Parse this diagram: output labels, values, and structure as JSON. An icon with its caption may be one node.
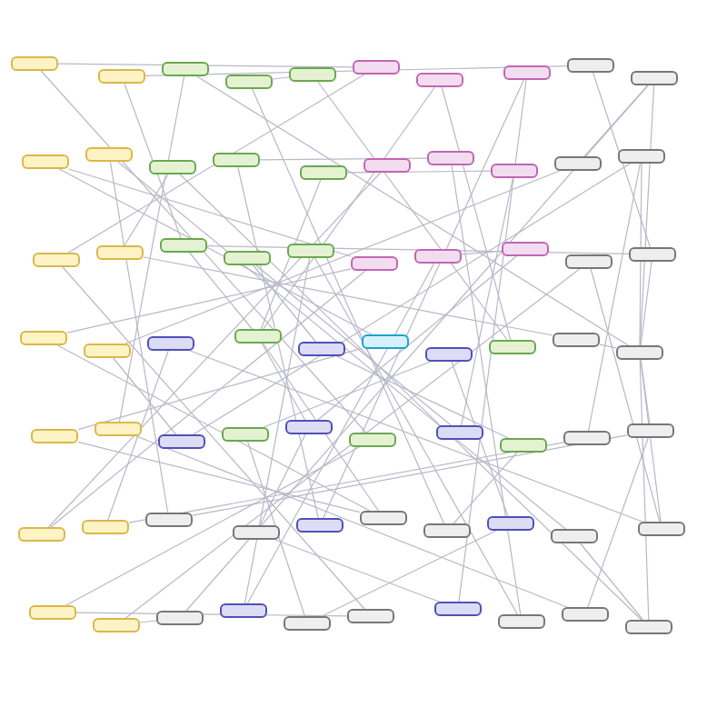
{
  "diagram": {
    "nodes": [
      {
        "text": [],
        "shape": "box"
      },
      {
        "text": [],
        "shape": "box"
      },
      {
        "text": [],
        "shape": "box"
      },
      {
        "text": [],
        "shape": "box"
      },
      {
        "text": [],
        "shape": "box"
      },
      {
        "text": [],
        "shape": "box"
      },
      {
        "text": [],
        "shape": "box"
      },
      {
        "text": [],
        "shape": "box"
      },
      {
        "text": [],
        "shape": "box"
      },
      {
        "text": [],
        "shape": "box"
      },
      {
        "text": [],
        "shape": "box"
      },
      {
        "text": [],
        "shape": "box"
      },
      {
        "text": [],
        "shape": "box"
      },
      {
        "text": [],
        "shape": "box"
      },
      {
        "text": [],
        "shape": "box"
      },
      {
        "text": [],
        "shape": "box"
      },
      {
        "text": [],
        "shape": "box"
      },
      {
        "text": [],
        "shape": "box"
      },
      {
        "text": [],
        "shape": "box"
      },
      {
        "text": [],
        "shape": "box"
      },
      {
        "text": [],
        "shape": "box"
      },
      {
        "text": [],
        "shape": "box"
      },
      {
        "text": [],
        "shape": "box"
      },
      {
        "text": [],
        "shape": "box"
      },
      {
        "text": [],
        "shape": "box"
      },
      {
        "text": [],
        "shape": "box"
      },
      {
        "text": [],
        "shape": "box"
      },
      {
        "text": [],
        "shape": "box"
      },
      {
        "text": [],
        "shape": "box"
      },
      {
        "text": [],
        "shape": "box"
      },
      {
        "text": [],
        "shape": "box"
      },
      {
        "text": [],
        "shape": "box"
      },
      {
        "text": [],
        "shape": "box"
      },
      {
        "text": [],
        "shape": "box"
      },
      {
        "text": [],
        "shape": "box"
      },
      {
        "text": [],
        "shape": "box"
      },
      {
        "text": [],
        "shape": "box"
      },
      {
        "text": [],
        "shape": "box"
      },
      {
        "text": [],
        "shape": "box"
      },
      {
        "text": [],
        "shape": "box"
      },
      {
        "text": [],
        "shape": "box"
      },
      {
        "text": [],
        "shape": "box"
      },
      {
        "text": [],
        "shape": "box"
      },
      {
        "text": [],
        "shape": "box"
      },
      {
        "text": [],
        "shape": "box"
      },
      {
        "text": [],
        "shape": "box"
      },
      {
        "text": [],
        "shape": "box"
      },
      {
        "text": [],
        "shape": "box"
      },
      {
        "text": [],
        "shape": "box"
      },
      {
        "text": [],
        "shape": "box"
      },
      {
        "text": [],
        "shape": "box"
      },
      {
        "text": [],
        "shape": "box"
      },
      {
        "text": [],
        "shape": "box"
      },
      {
        "text": [],
        "shape": "box"
      },
      {
        "text": [],
        "shape": "box"
      },
      {
        "text": [],
        "shape": "box"
      },
      {
        "text": [],
        "shape": "box"
      },
      {
        "text": [],
        "shape": "box"
      },
      {
        "text": [],
        "shape": "box"
      },
      {
        "text": [],
        "shape": "box"
      },
      {
        "text": [],
        "shape": "box"
      },
      {
        "text": [],
        "shape": "box"
      },
      {
        "text": [],
        "shape": "box"
      },
      {
        "text": [],
        "shape": "box"
      },
      {
        "text": [],
        "shape": "box"
      },
      {
        "text": [],
        "shape": "box"
      },
      {
        "text": [],
        "shape": "box"
      },
      {
        "text": [],
        "shape": "box"
      },
      {
        "text": [],
        "shape": "box"
      },
      {
        "text": [],
        "shape": "box"
      }
    ],
    "edges": [
      {
        "from": 0,
        "to": 5,
        "arrow": "none"
      },
      {
        "from": 1,
        "to": 22,
        "arrow": "none"
      },
      {
        "from": 2,
        "to": 39,
        "arrow": "none"
      },
      {
        "from": 3,
        "to": 56,
        "arrow": "none"
      },
      {
        "from": 4,
        "to": 3,
        "arrow": "none"
      },
      {
        "from": 5,
        "to": 20,
        "arrow": "none"
      },
      {
        "from": 6,
        "to": 37,
        "arrow": "none"
      },
      {
        "from": 7,
        "to": 54,
        "arrow": "none"
      },
      {
        "from": 8,
        "to": 1,
        "arrow": "none"
      },
      {
        "from": 9,
        "to": 18,
        "arrow": "none"
      },
      {
        "from": 10,
        "to": 35,
        "arrow": "none"
      },
      {
        "from": 11,
        "to": 52,
        "arrow": "none"
      },
      {
        "from": 12,
        "to": 69,
        "arrow": "none"
      },
      {
        "from": 13,
        "to": 16,
        "arrow": "none"
      },
      {
        "from": 14,
        "to": 33,
        "arrow": "none"
      },
      {
        "from": 15,
        "to": 50,
        "arrow": "none"
      },
      {
        "from": 16,
        "to": 67,
        "arrow": "none"
      },
      {
        "from": 17,
        "to": 14,
        "arrow": "none"
      },
      {
        "from": 18,
        "to": 31,
        "arrow": "none"
      },
      {
        "from": 19,
        "to": 48,
        "arrow": "none"
      },
      {
        "from": 20,
        "to": 65,
        "arrow": "none"
      },
      {
        "from": 21,
        "to": 12,
        "arrow": "none"
      },
      {
        "from": 22,
        "to": 29,
        "arrow": "none"
      },
      {
        "from": 23,
        "to": 46,
        "arrow": "none"
      },
      {
        "from": 24,
        "to": 63,
        "arrow": "none"
      },
      {
        "from": 25,
        "to": 10,
        "arrow": "none"
      },
      {
        "from": 26,
        "to": 27,
        "arrow": "none"
      },
      {
        "from": 27,
        "to": 44,
        "arrow": "none"
      },
      {
        "from": 28,
        "to": 61,
        "arrow": "none"
      },
      {
        "from": 29,
        "to": 8,
        "arrow": "none"
      },
      {
        "from": 30,
        "to": 25,
        "arrow": "none"
      },
      {
        "from": 31,
        "to": 42,
        "arrow": "none"
      },
      {
        "from": 32,
        "to": 59,
        "arrow": "none"
      },
      {
        "from": 33,
        "to": 6,
        "arrow": "none"
      },
      {
        "from": 34,
        "to": 23,
        "arrow": "none"
      },
      {
        "from": 35,
        "to": 40,
        "arrow": "none"
      },
      {
        "from": 36,
        "to": 57,
        "arrow": "none"
      },
      {
        "from": 37,
        "to": 4,
        "arrow": "none"
      },
      {
        "from": 38,
        "to": 21,
        "arrow": "none"
      },
      {
        "from": 39,
        "to": 38,
        "arrow": "none"
      },
      {
        "from": 40,
        "to": 55,
        "arrow": "none"
      },
      {
        "from": 41,
        "to": 2,
        "arrow": "none"
      },
      {
        "from": 42,
        "to": 19,
        "arrow": "none"
      },
      {
        "from": 43,
        "to": 36,
        "arrow": "none"
      },
      {
        "from": 44,
        "to": 53,
        "arrow": "none"
      },
      {
        "from": 45,
        "to": 0,
        "arrow": "none"
      },
      {
        "from": 46,
        "to": 17,
        "arrow": "none"
      },
      {
        "from": 47,
        "to": 34,
        "arrow": "none"
      },
      {
        "from": 48,
        "to": 51,
        "arrow": "none"
      },
      {
        "from": 49,
        "to": 68,
        "arrow": "none"
      },
      {
        "from": 50,
        "to": 25,
        "arrow": "none"
      },
      {
        "from": 51,
        "to": 32,
        "arrow": "none"
      },
      {
        "from": 52,
        "to": 49,
        "arrow": "none"
      },
      {
        "from": 53,
        "to": 66,
        "arrow": "none"
      },
      {
        "from": 54,
        "to": 13,
        "arrow": "none"
      },
      {
        "from": 55,
        "to": 30,
        "arrow": "none"
      },
      {
        "from": 56,
        "to": 47,
        "arrow": "none"
      },
      {
        "from": 57,
        "to": 64,
        "arrow": "none"
      },
      {
        "from": 58,
        "to": 11,
        "arrow": "none"
      },
      {
        "from": 59,
        "to": 28,
        "arrow": "none"
      },
      {
        "from": 60,
        "to": 45,
        "arrow": "none"
      },
      {
        "from": 61,
        "to": 62,
        "arrow": "none"
      },
      {
        "from": 62,
        "to": 9,
        "arrow": "none"
      },
      {
        "from": 63,
        "to": 26,
        "arrow": "none"
      },
      {
        "from": 64,
        "to": 43,
        "arrow": "none"
      },
      {
        "from": 65,
        "to": 60,
        "arrow": "none"
      },
      {
        "from": 66,
        "to": 7,
        "arrow": "none"
      },
      {
        "from": 67,
        "to": 24,
        "arrow": "none"
      },
      {
        "from": 68,
        "to": 41,
        "arrow": "none"
      },
      {
        "from": 69,
        "to": 58,
        "arrow": "none"
      },
      {
        "from": 39,
        "to": 9,
        "arrow": "none"
      },
      {
        "from": 39,
        "to": 19,
        "arrow": "none"
      },
      {
        "from": 39,
        "to": 29,
        "arrow": "none"
      },
      {
        "from": 39,
        "to": 49,
        "arrow": "none"
      },
      {
        "from": 39,
        "to": 59,
        "arrow": "none"
      },
      {
        "from": 39,
        "to": 69,
        "arrow": "none"
      },
      {
        "from": 33,
        "to": 22,
        "arrow": "none"
      },
      {
        "from": 33,
        "to": 44,
        "arrow": "none"
      },
      {
        "from": 33,
        "to": 55,
        "arrow": "none"
      }
    ]
  }
}
